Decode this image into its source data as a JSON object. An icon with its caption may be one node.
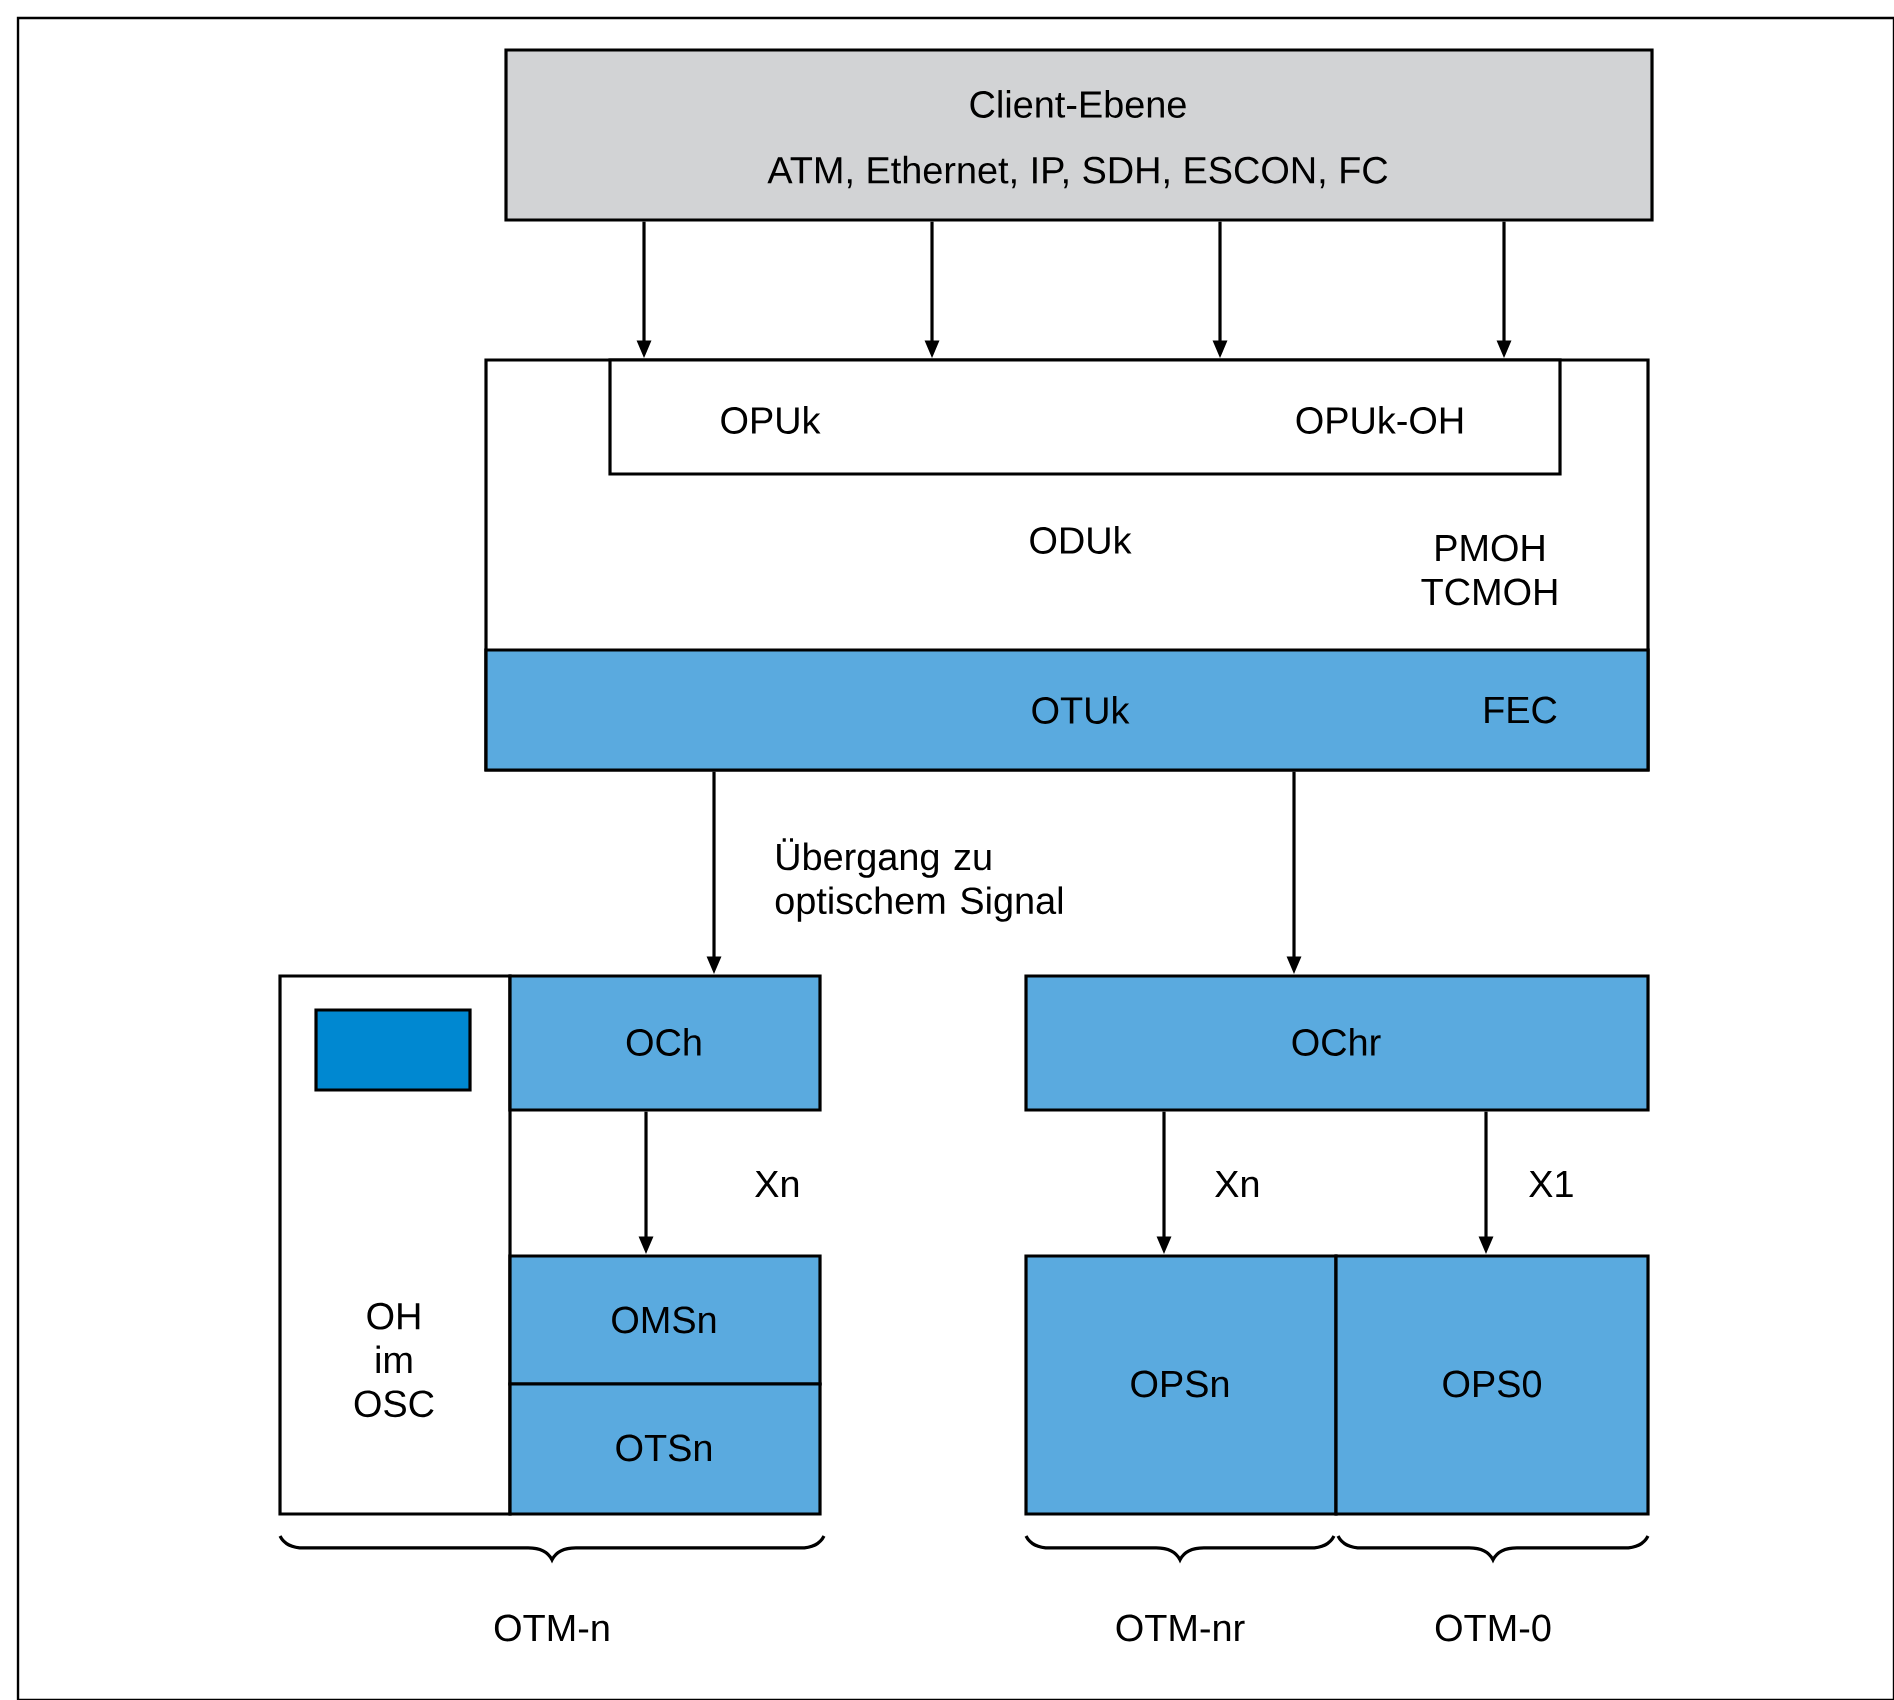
{
  "diagram": {
    "nodes": [
      {
        "text": [
          "Client-Ebene",
          "ATM, Ethernet, IP, SDH, ESCON, FC"
        ]
      },
      {
        "text": [
          "ODUk",
          "PMOH TCMOH"
        ]
      },
      {
        "text": [
          "OPUk",
          "OPUk-OH"
        ],
        "in": 1
      },
      {
        "text": [
          "OTUk",
          "FEC"
        ],
        "in": 1
      },
      {
        "text": [
          "OH im OSC"
        ]
      },
      {
        "text": [],
        "shape": "box",
        "in": 4
      },
      {
        "text": [
          "OCh"
        ]
      },
      {
        "text": [
          "OMSn"
        ]
      },
      {
        "text": [
          "OTSn"
        ]
      },
      {
        "text": [
          "OChr"
        ]
      },
      {
        "text": [
          "OPSn"
        ]
      },
      {
        "text": [
          "OPS0"
        ]
      }
    ],
    "edges": [
      {
        "from": 0,
        "to": 2,
        "arrow": "to"
      },
      {
        "from": 0,
        "to": 2,
        "arrow": "to"
      },
      {
        "from": 0,
        "to": 2,
        "arrow": "to"
      },
      {
        "from": 0,
        "to": 2,
        "arrow": "to"
      },
      {
        "from": 3,
        "to": 6,
        "arrow": "to",
        "label": "Übergang zu optischem Signal"
      },
      {
        "from": 3,
        "to": 9,
        "arrow": "to"
      },
      {
        "from": 6,
        "to": 7,
        "arrow": "to",
        "label": "Xn"
      },
      {
        "from": 9,
        "to": 10,
        "arrow": "to",
        "label": "Xn"
      },
      {
        "from": 9,
        "to": 11,
        "arrow": "to",
        "label": "X1"
      }
    ],
    "labels": [
      "OTM-n",
      "OTM-nr",
      "OTM-0"
    ]
  }
}
